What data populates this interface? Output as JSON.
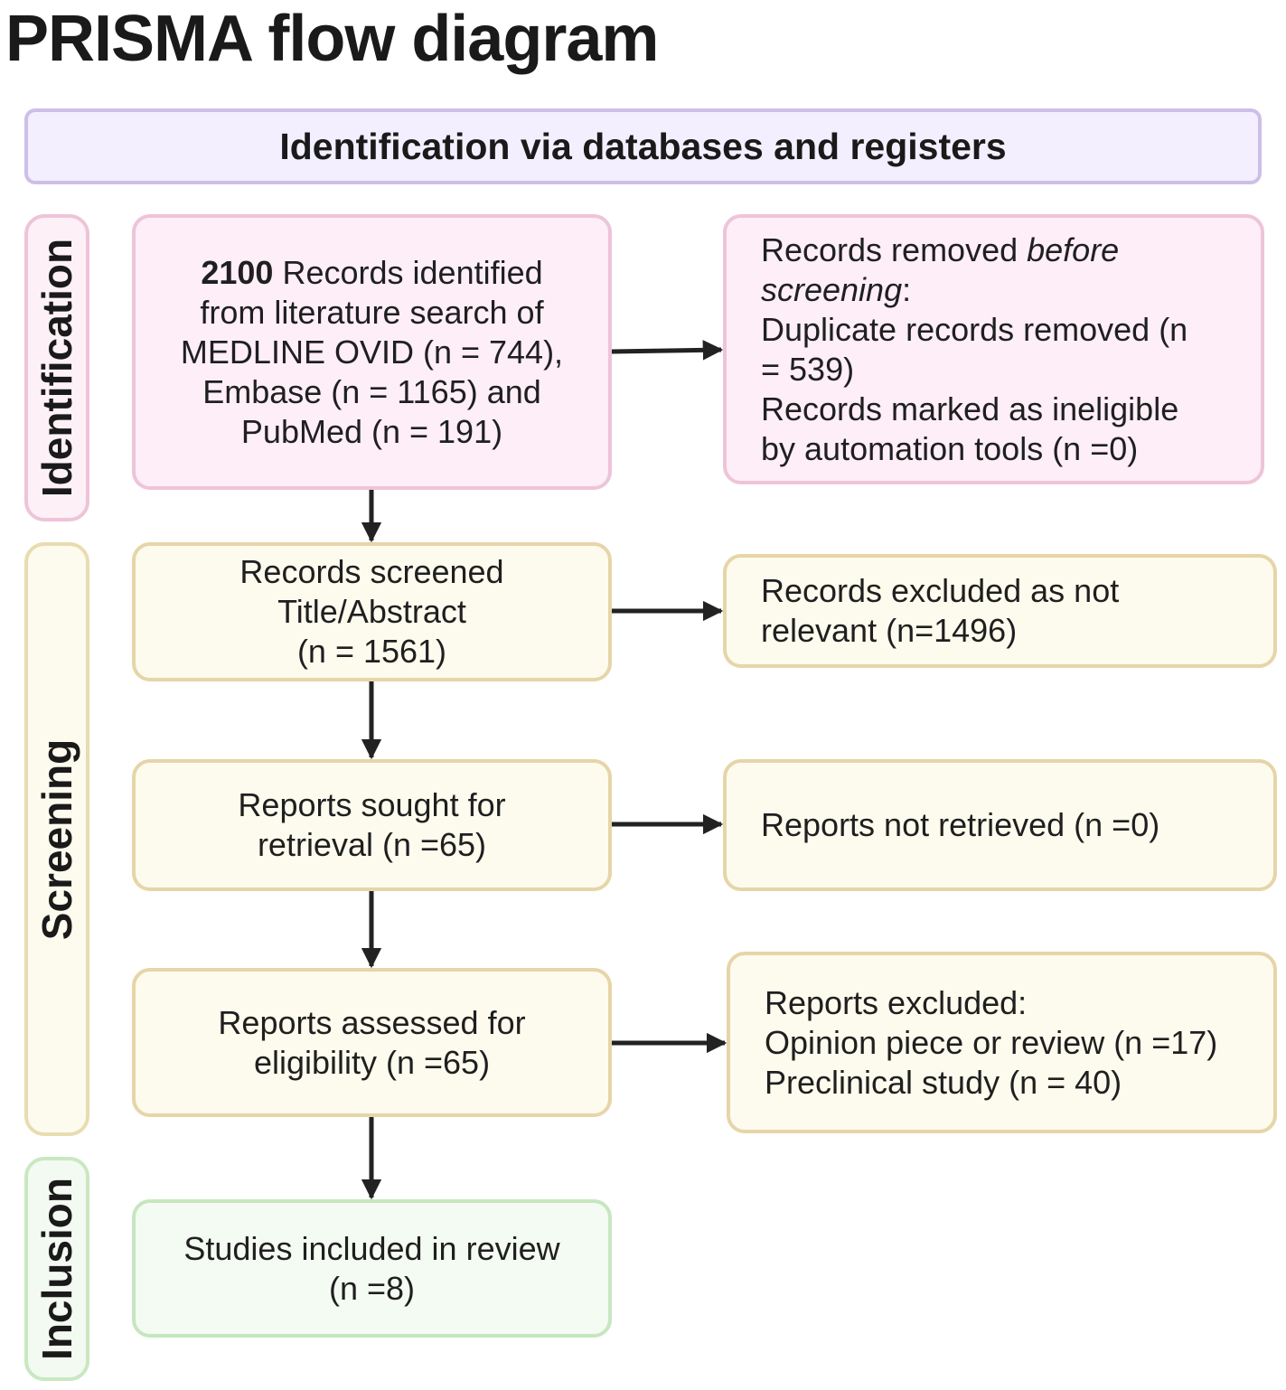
{
  "title": "PRISMA flow diagram",
  "header": "Identification via databases and registers",
  "phases": {
    "identification": "Identification",
    "screening": "Screening",
    "inclusion": "Inclusion"
  },
  "boxes": {
    "records_identified": {
      "count": "2100",
      "line1_rest": "Records identified",
      "line2": "from literature search of",
      "line3": "MEDLINE OVID (n = 744),",
      "line4": "Embase (n = 1165) and",
      "line5": "PubMed (n = 191)"
    },
    "records_removed": {
      "line1_prefix": "Records removed ",
      "line1_italic": "before",
      "line2_italic": "screening",
      "line2_suffix": ":",
      "line3": "Duplicate records removed  (n",
      "line4": "= 539)",
      "line5": "Records marked as ineligible",
      "line6": "by automation tools (n =0)"
    },
    "records_screened": {
      "line1": "Records screened",
      "line2": "Title/Abstract",
      "line3": "(n = 1561)"
    },
    "records_excluded": {
      "line1": "Records excluded as not",
      "line2": "relevant (n=1496)"
    },
    "reports_sought": {
      "line1": "Reports sought for",
      "line2": "retrieval (n =65)"
    },
    "reports_not_retrieved": {
      "line1": "Reports not retrieved (n =0)"
    },
    "reports_assessed": {
      "line1": "Reports assessed for",
      "line2": "eligibility (n =65)"
    },
    "reports_excluded": {
      "line1": "Reports excluded:",
      "line2": "Opinion piece or review (n =17)",
      "line3": "Preclinical study (n = 40)"
    },
    "studies_included": {
      "line1": "Studies included in review",
      "line2": "(n =8)"
    }
  },
  "colors": {
    "identification_fill": "#fdeef7",
    "identification_border": "#eec4d8",
    "screening_fill": "#fdfbee",
    "screening_border": "#e6d5a8",
    "inclusion_fill": "#f4fbf2",
    "inclusion_border": "#c6e6bf",
    "header_fill": "#f4efff",
    "header_border": "#cdbfe8",
    "arrow": "#222222"
  }
}
